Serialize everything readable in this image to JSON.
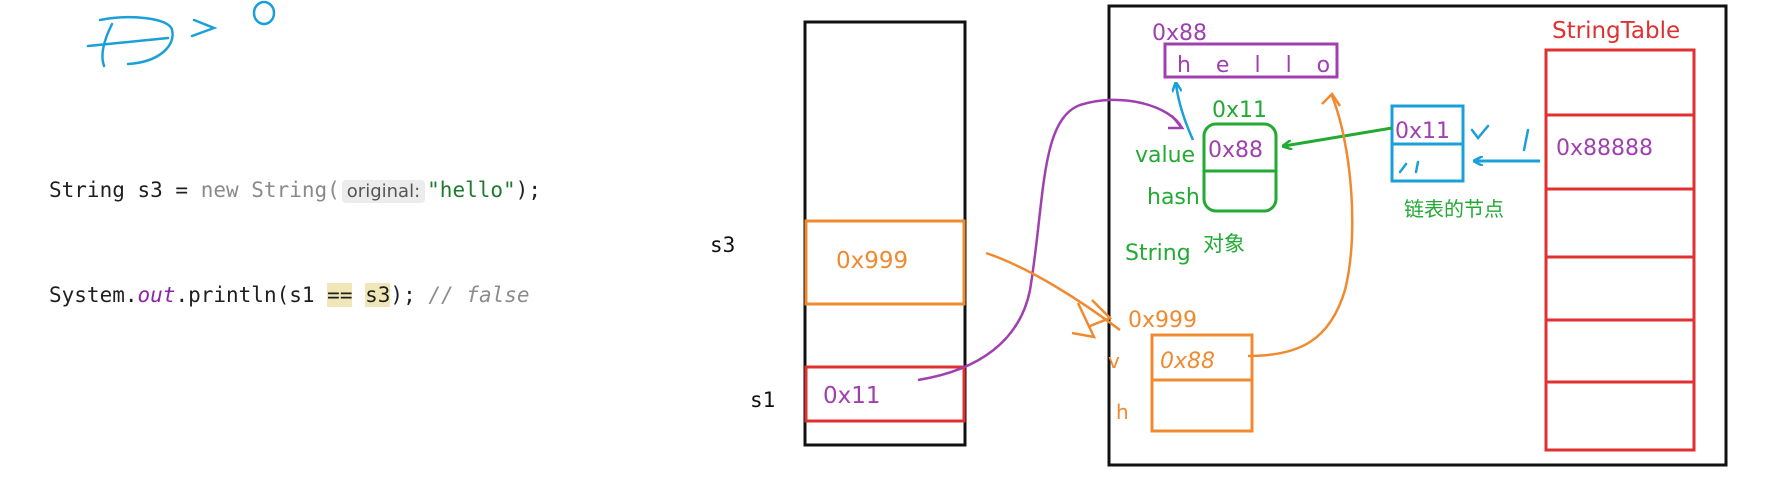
{
  "code": {
    "line1": {
      "decl": "String s3 = ",
      "new_kw": "new String(",
      "param_hint": "original:",
      "literal": "\"hello\"",
      "end": ");"
    },
    "line2": {
      "prefix": "System.",
      "field": "out",
      "call": ".println(s1 ",
      "op": "==",
      "arg": "s3",
      "close": ");",
      "comment": "// false"
    }
  },
  "stack": {
    "s3_label": "s3",
    "s1_label": "s1",
    "s3_value": "0x999",
    "s1_value": "0x11"
  },
  "heap": {
    "char_array_addr": "0x88",
    "char_array_chars": "h e l l o",
    "string_obj_addr": "0x11",
    "string_obj_value_field": "0x88",
    "value_label": "value",
    "hash_label": "hash",
    "string_label": "String",
    "object_label": "对象",
    "new_obj_addr": "0x999",
    "new_obj_value_handwritten": "0x88",
    "v_label": "v",
    "h_label": "h",
    "node_addr": "0x11",
    "node_label": "链表的节点",
    "string_table_title": "StringTable",
    "string_table_entry": "0x88888"
  },
  "colors": {
    "purple": "#a040b0",
    "green": "#22aa33",
    "blue": "#1aa0d8",
    "red": "#e03030",
    "orange": "#f08a30",
    "black": "#111111"
  }
}
